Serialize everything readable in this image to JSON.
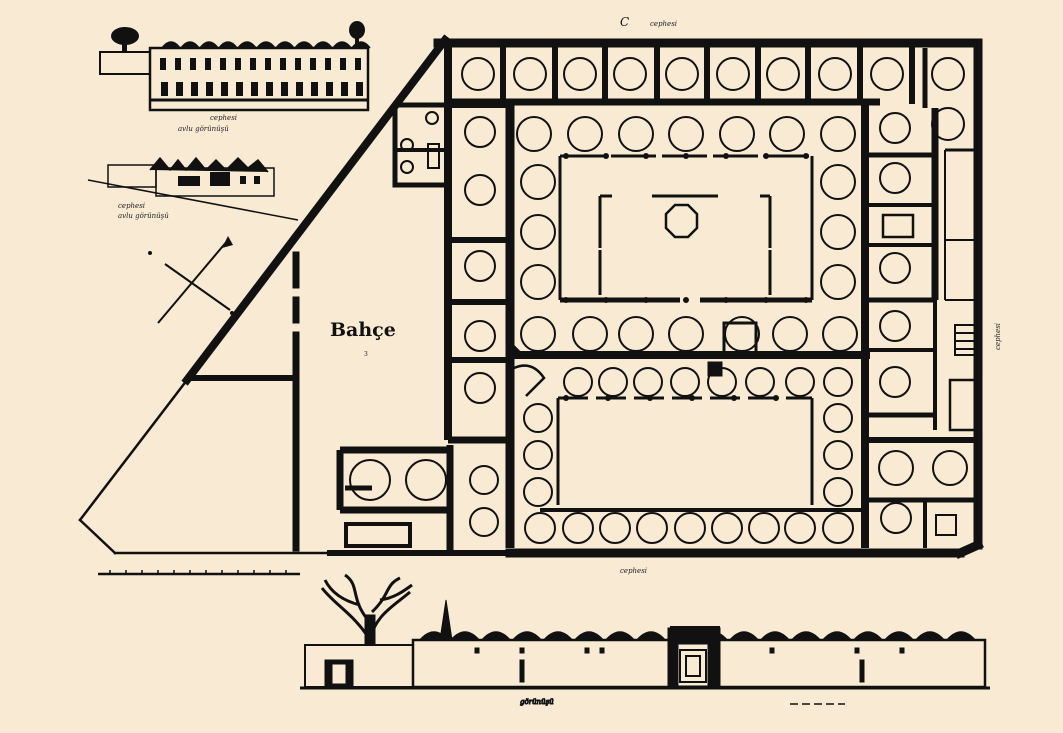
{
  "labels": {
    "garden": "Bahçe",
    "garden_number": "3",
    "compass_north": "C",
    "note_top": "cephesi",
    "note_bottom": "cephesi",
    "note_right": "cephesi",
    "note_elev_top": "cephesi",
    "note_elev_top_sub": "avlu görünüşü",
    "note_elev_mid": "cephesi",
    "note_elev_mid_sub": "avlu görünüşü",
    "note_elev_bottom": "görünüşü"
  },
  "colors": {
    "paper": "#f8ead3",
    "ink": "#111111"
  }
}
